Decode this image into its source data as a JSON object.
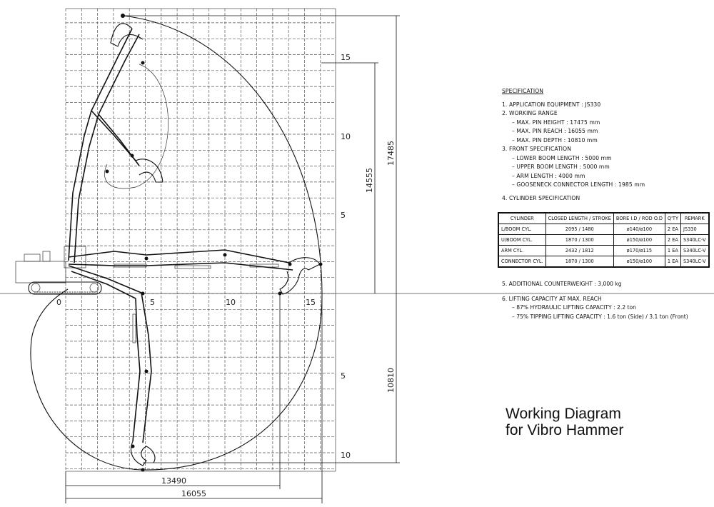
{
  "diagram": {
    "x_axis_labels": [
      "0",
      "5",
      "10",
      "15"
    ],
    "y_axis_labels_up": [
      "5",
      "10",
      "15"
    ],
    "y_axis_labels_down": [
      "5",
      "10"
    ],
    "dimensions": {
      "max_height": "17485",
      "height_2": "14555",
      "max_depth": "10810",
      "reach_1": "13490",
      "max_reach": "16055"
    }
  },
  "spec": {
    "heading": "SPECIFICATION",
    "item1": "1. APPLICATION EQUIPMENT : JS330",
    "item2": "2. WORKING RANGE",
    "item2_lines": [
      "– MAX. PIN HEIGHT : 17475 mm",
      "– MAX. PIN REACH : 16055 mm",
      "– MAX. PIN DEPTH : 10810 mm"
    ],
    "item3": "3. FRONT SPECIFICATION",
    "item3_lines": [
      "– LOWER BOOM LENGTH : 5000 mm",
      "– UPPER BOOM LENGTH : 5000 mm",
      "– ARM LENGTH : 4000 mm",
      "– GOOSENECK CONNECTOR LENGTH : 1985 mm"
    ],
    "item4": "4. CYLINDER SPECIFICATION",
    "item5": "5. ADDITIONAL COUNTERWEIGHT : 3,000 kg",
    "item6": "6. LIFTING CAPACITY AT MAX. REACH",
    "item6_lines": [
      "– 87% HYDRAULIC LIFTING CAPACITY : 2.2 ton",
      "– 75% TIPPING LIFTING CAPACITY : 1.6 ton (Side) / 3.1 ton (Front)"
    ]
  },
  "cylinder_table": {
    "headers": [
      "CYLINDER",
      "CLOSED LENGTH / STROKE",
      "BORE I.D / ROD O.D",
      "Q'TY",
      "REMARK"
    ],
    "rows": [
      [
        "L/BOOM CYL.",
        "2095 / 1480",
        "ø140/ø100",
        "2 EA",
        "JS330"
      ],
      [
        "U/BOOM CYL.",
        "1870 / 1300",
        "ø150/ø100",
        "2 EA",
        "S340LC-V"
      ],
      [
        "ARM CYL.",
        "2432 / 1812",
        "ø170/ø115",
        "1 EA",
        "S340LC-V"
      ],
      [
        "CONNECTOR CYL.",
        "1870 / 1300",
        "ø150/ø100",
        "1 EA",
        "S340LC-V"
      ]
    ]
  },
  "title": {
    "line1": "Working Diagram",
    "line2": "for Vibro Hammer"
  }
}
